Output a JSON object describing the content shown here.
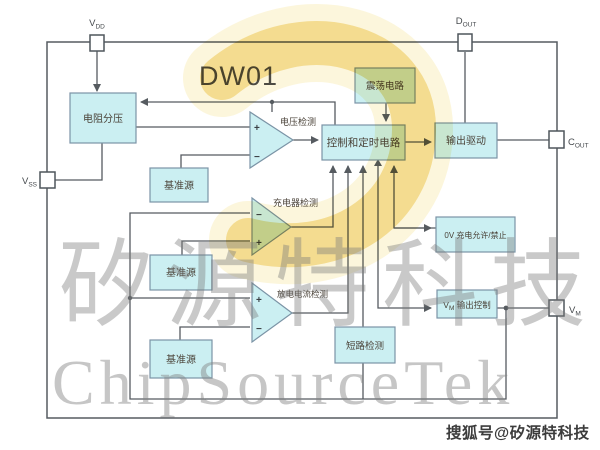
{
  "title": "DW01",
  "pins": {
    "vdd": {
      "main": "V",
      "sub": "DD"
    },
    "dout": {
      "main": "D",
      "sub": "OUT"
    },
    "vss": {
      "main": "V",
      "sub": "SS"
    },
    "cout": {
      "main": "C",
      "sub": "OUT"
    },
    "vm": {
      "main": "V",
      "sub": "M"
    }
  },
  "blocks": {
    "resistor_divider": "电阻分压",
    "reference_top": "基准源",
    "reference_mid": "基准源",
    "reference_bottom": "基准源",
    "oscillator": "震荡电路",
    "control_timing": "控制和定时电路",
    "output_driver": "输出驱动",
    "zero_v_charge": "0V 充电允许/禁止",
    "vm_output": {
      "prefix_main": "V",
      "prefix_sub": "M",
      "label": " 输出控制"
    },
    "short_circuit_detect": "短路检测"
  },
  "comparators": {
    "voltage_detect": "电压检测",
    "charger_detect": "充电器检测",
    "discharge_current_detect": "放电电流检测",
    "plus": "+",
    "minus": "−"
  },
  "watermark": {
    "cn": "矽源特科技",
    "en": "ChipSourceTek"
  },
  "footer": {
    "credit": "搜狐号@矽源特科技"
  },
  "colors": {
    "block_fill": "#cbeff2",
    "block_stroke": "#7b94a6",
    "wire": "#565b60",
    "swoosh": "#ecc144",
    "watermark_gray": "#7a7a7a"
  }
}
